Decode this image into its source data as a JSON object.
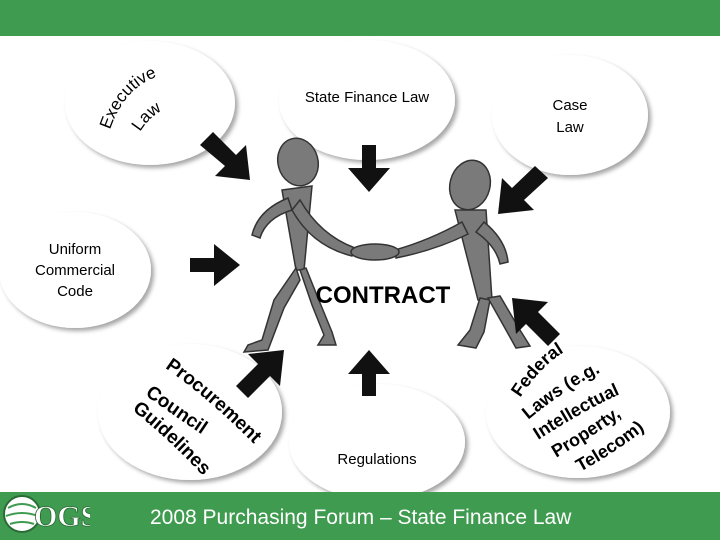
{
  "diagram": {
    "center_label": "CONTRACT",
    "nodes": {
      "executive_law": {
        "lines": [
          "Executive",
          "Law"
        ]
      },
      "state_finance_law": {
        "label": "State Finance Law"
      },
      "case_law": {
        "lines": [
          "Case",
          "Law"
        ]
      },
      "uniform_commercial_code": {
        "lines": [
          "Uniform",
          "Commercial",
          "Code"
        ]
      },
      "procurement_council_guidelines": {
        "lines": [
          "Procurement",
          "Council",
          "Guidelines"
        ]
      },
      "regulations": {
        "label": "Regulations"
      },
      "federal_laws": {
        "lines": [
          "Federal",
          "Laws (e.g.",
          "Intellectual",
          "Property,",
          "Telecom)"
        ]
      }
    }
  },
  "footer": {
    "text": "2008 Purchasing Forum – State Finance Law",
    "logo_text": "OGS"
  },
  "colors": {
    "header_bar": "#3f9b4f",
    "footer_bar": "#3f9b4f",
    "figure_fill": "#7a7a7a",
    "arrow": "#111111"
  }
}
